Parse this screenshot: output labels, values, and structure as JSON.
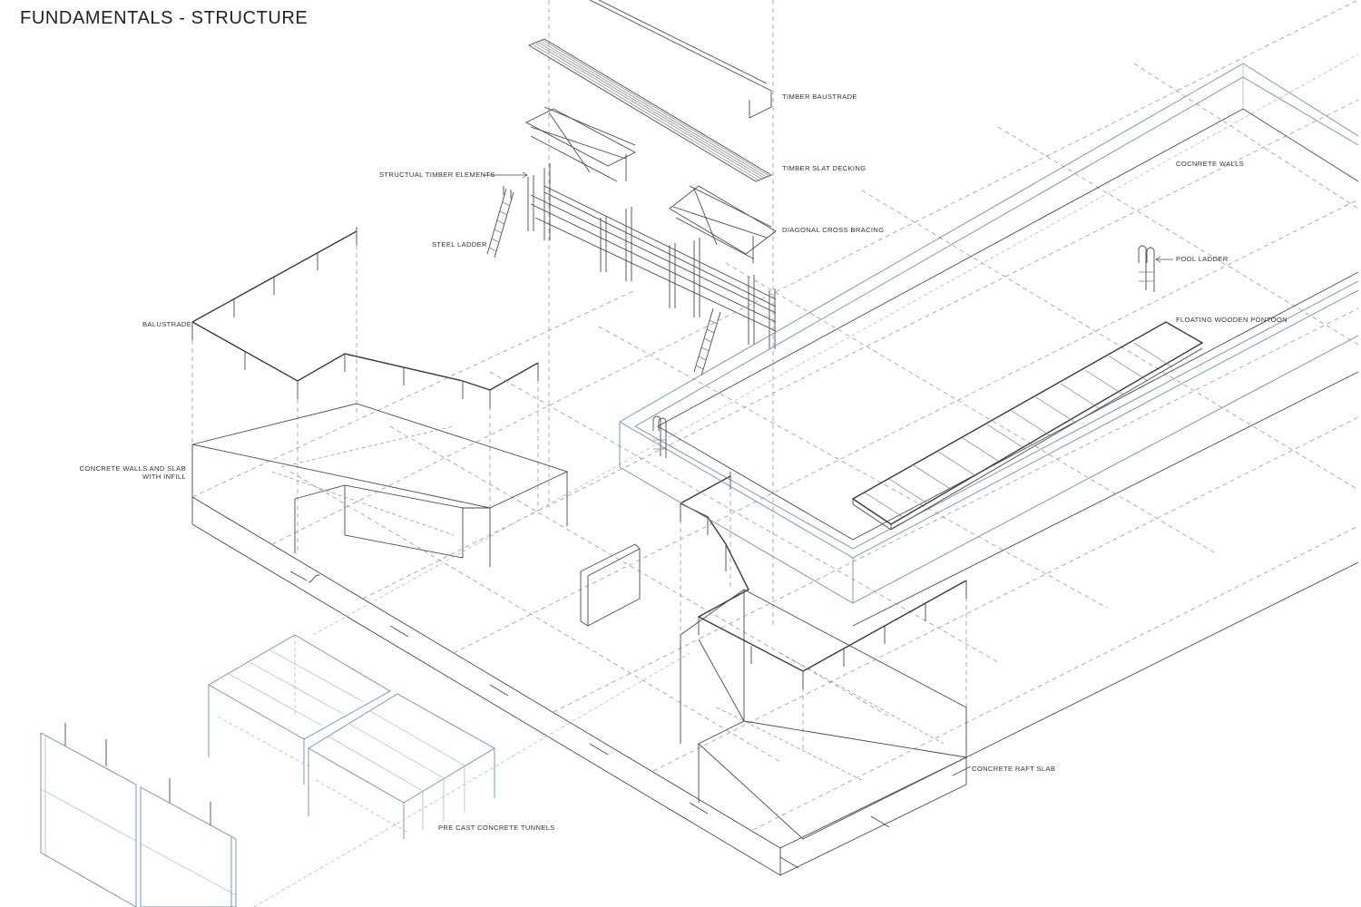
{
  "title": "FUNDAMENTALS - STRUCTURE",
  "labels": {
    "timber_balustrade": "TIMBER BAUSTRADE",
    "timber_slat_decking": "TIMBER SLAT DECKING",
    "structural_timber": "STRUCTUAL TIMBER ELEMENTS",
    "diagonal_bracing": "DIAGONAL CROSS BRACING",
    "steel_ladder": "STEEL LADDER",
    "balustrade": "BALUSTRADE",
    "concrete_walls_slab_1": "CONCRETE WALLS AND SLAB",
    "concrete_walls_slab_2": "WITH INFILL",
    "concrete_walls": "COCNRETE WALLS",
    "pool_ladder": "POOL LADDER",
    "floating_pontoon": "FLOATING WOODEN PONTOON",
    "concrete_raft_slab": "CONCRETE RAFT SLAB",
    "precast_tunnels": "PRE CAST CONCRETE TUNNELS"
  },
  "colors": {
    "line": "#4a4a4a",
    "hidden_line": "#9a9a9a",
    "blue_line": "#6b8fb3"
  }
}
